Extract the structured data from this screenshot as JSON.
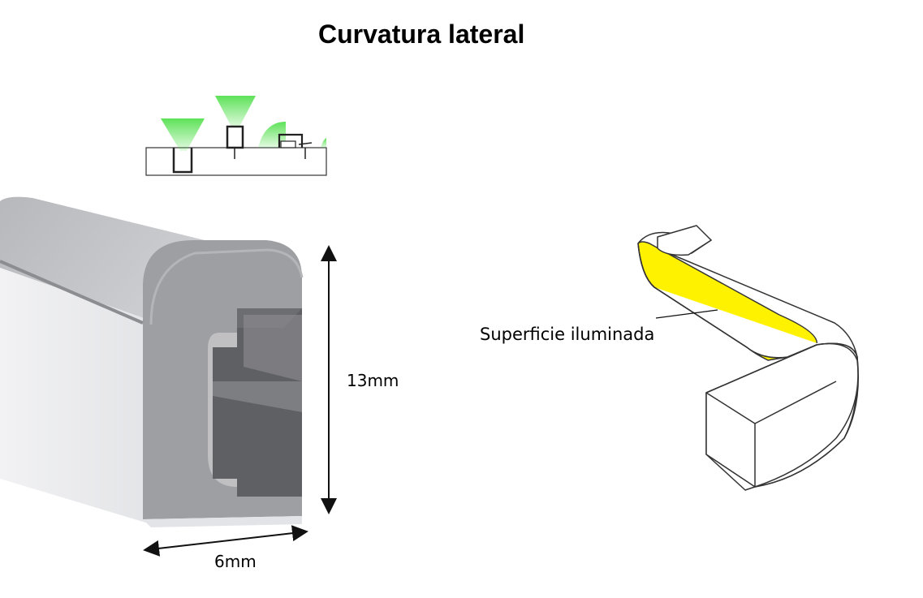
{
  "title": "Curvatura lateral",
  "dimensions": {
    "height": "13mm",
    "width": "6mm"
  },
  "annotation": {
    "surface": "Superficie iluminada"
  },
  "colors": {
    "profile_face": "#9b9b9f",
    "profile_body": "#e9e9ec",
    "profile_top": "#c2c3c7",
    "channel_dark": "#5e5f63",
    "illuminated_surface": "#fff200",
    "glow": "#55e04f",
    "outline": "#333333"
  },
  "icons": {
    "mount_diagram": "mounting-diagram-icon",
    "profile_section": "neon-profile-cross-section-icon",
    "bent_strip": "lateral-bend-strip-icon"
  }
}
